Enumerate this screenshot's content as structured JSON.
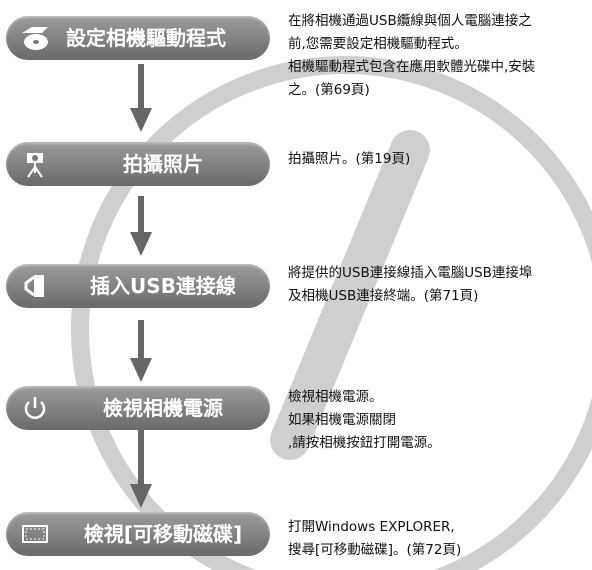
{
  "steps": [
    {
      "label": "設定相機驅動程式",
      "icon": "cd-disc-icon"
    },
    {
      "label": "拍攝照片",
      "icon": "camera-tripod-icon"
    },
    {
      "label": "插入USB連接線",
      "icon": "usb-plug-icon"
    },
    {
      "label": "檢視相機電源",
      "icon": "power-icon"
    },
    {
      "label": "檢視[可移動磁碟]",
      "icon": "removable-disk-icon"
    }
  ],
  "descriptions": [
    {
      "lines": [
        "在將相機通過USB纜線與個人電腦連接之",
        "前,您需要設定相機驅動程式。",
        "相機驅動程式包含在應用軟體光碟中,安裝",
        "之。(第69頁)"
      ]
    },
    {
      "lines": [
        "拍攝照片。(第19頁)"
      ]
    },
    {
      "lines": [
        "將提供的USB連接線插入電腦USB連接埠",
        "及相機USB連接終端。(第71頁)"
      ]
    },
    {
      "lines": [
        "檢視相機電源。",
        "如果相機電源關閉",
        ",請按相機按鈕打開電源。"
      ]
    },
    {
      "lines": [
        "打開Windows EXPLORER,",
        "搜尋[可移動磁碟]。(第72頁)"
      ]
    }
  ],
  "colors": {
    "button": "#888888",
    "arrow": "#666666",
    "decor": "#cccccc"
  }
}
